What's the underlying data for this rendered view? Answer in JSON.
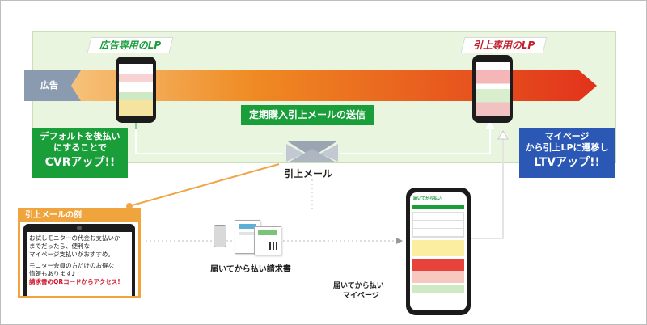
{
  "labels": {
    "ad_lp": "広告専用のLP",
    "upsell_lp": "引上専用のLP",
    "ad": "広告",
    "send_mail": "定期購入引上メールの送信",
    "upsell_mail": "引上メール",
    "invoice": "届いてから払い請求書",
    "mypage_line1": "届いてから払い",
    "mypage_line2": "マイページ"
  },
  "cvr_box": {
    "line1": "デフォルトを後払い",
    "line2": "にすることで",
    "emphasis": "CVRアップ!!"
  },
  "ltv_box": {
    "line1": "マイページ",
    "line2": "から引上LPに遷移し",
    "emphasis": "LTVアップ!!"
  },
  "mail_example": {
    "title": "引上メールの例",
    "line1": "お試しモニターの代金お支払いか",
    "line2": "までだったら、便利な",
    "line3": "マイページ支払いがおすすめ。",
    "line4": "モニター会員の方だけのお得な",
    "line5": "情報もあります♪",
    "highlight": "請求書のQRコードからアクセス!"
  },
  "mypage_screen": {
    "logo": "届いてから払い"
  },
  "colors": {
    "green": "#1a9e3a",
    "red": "#c21f2c",
    "orange": "#ef7d1a",
    "blue": "#2b58b5",
    "gray": "#8a9bb0"
  }
}
